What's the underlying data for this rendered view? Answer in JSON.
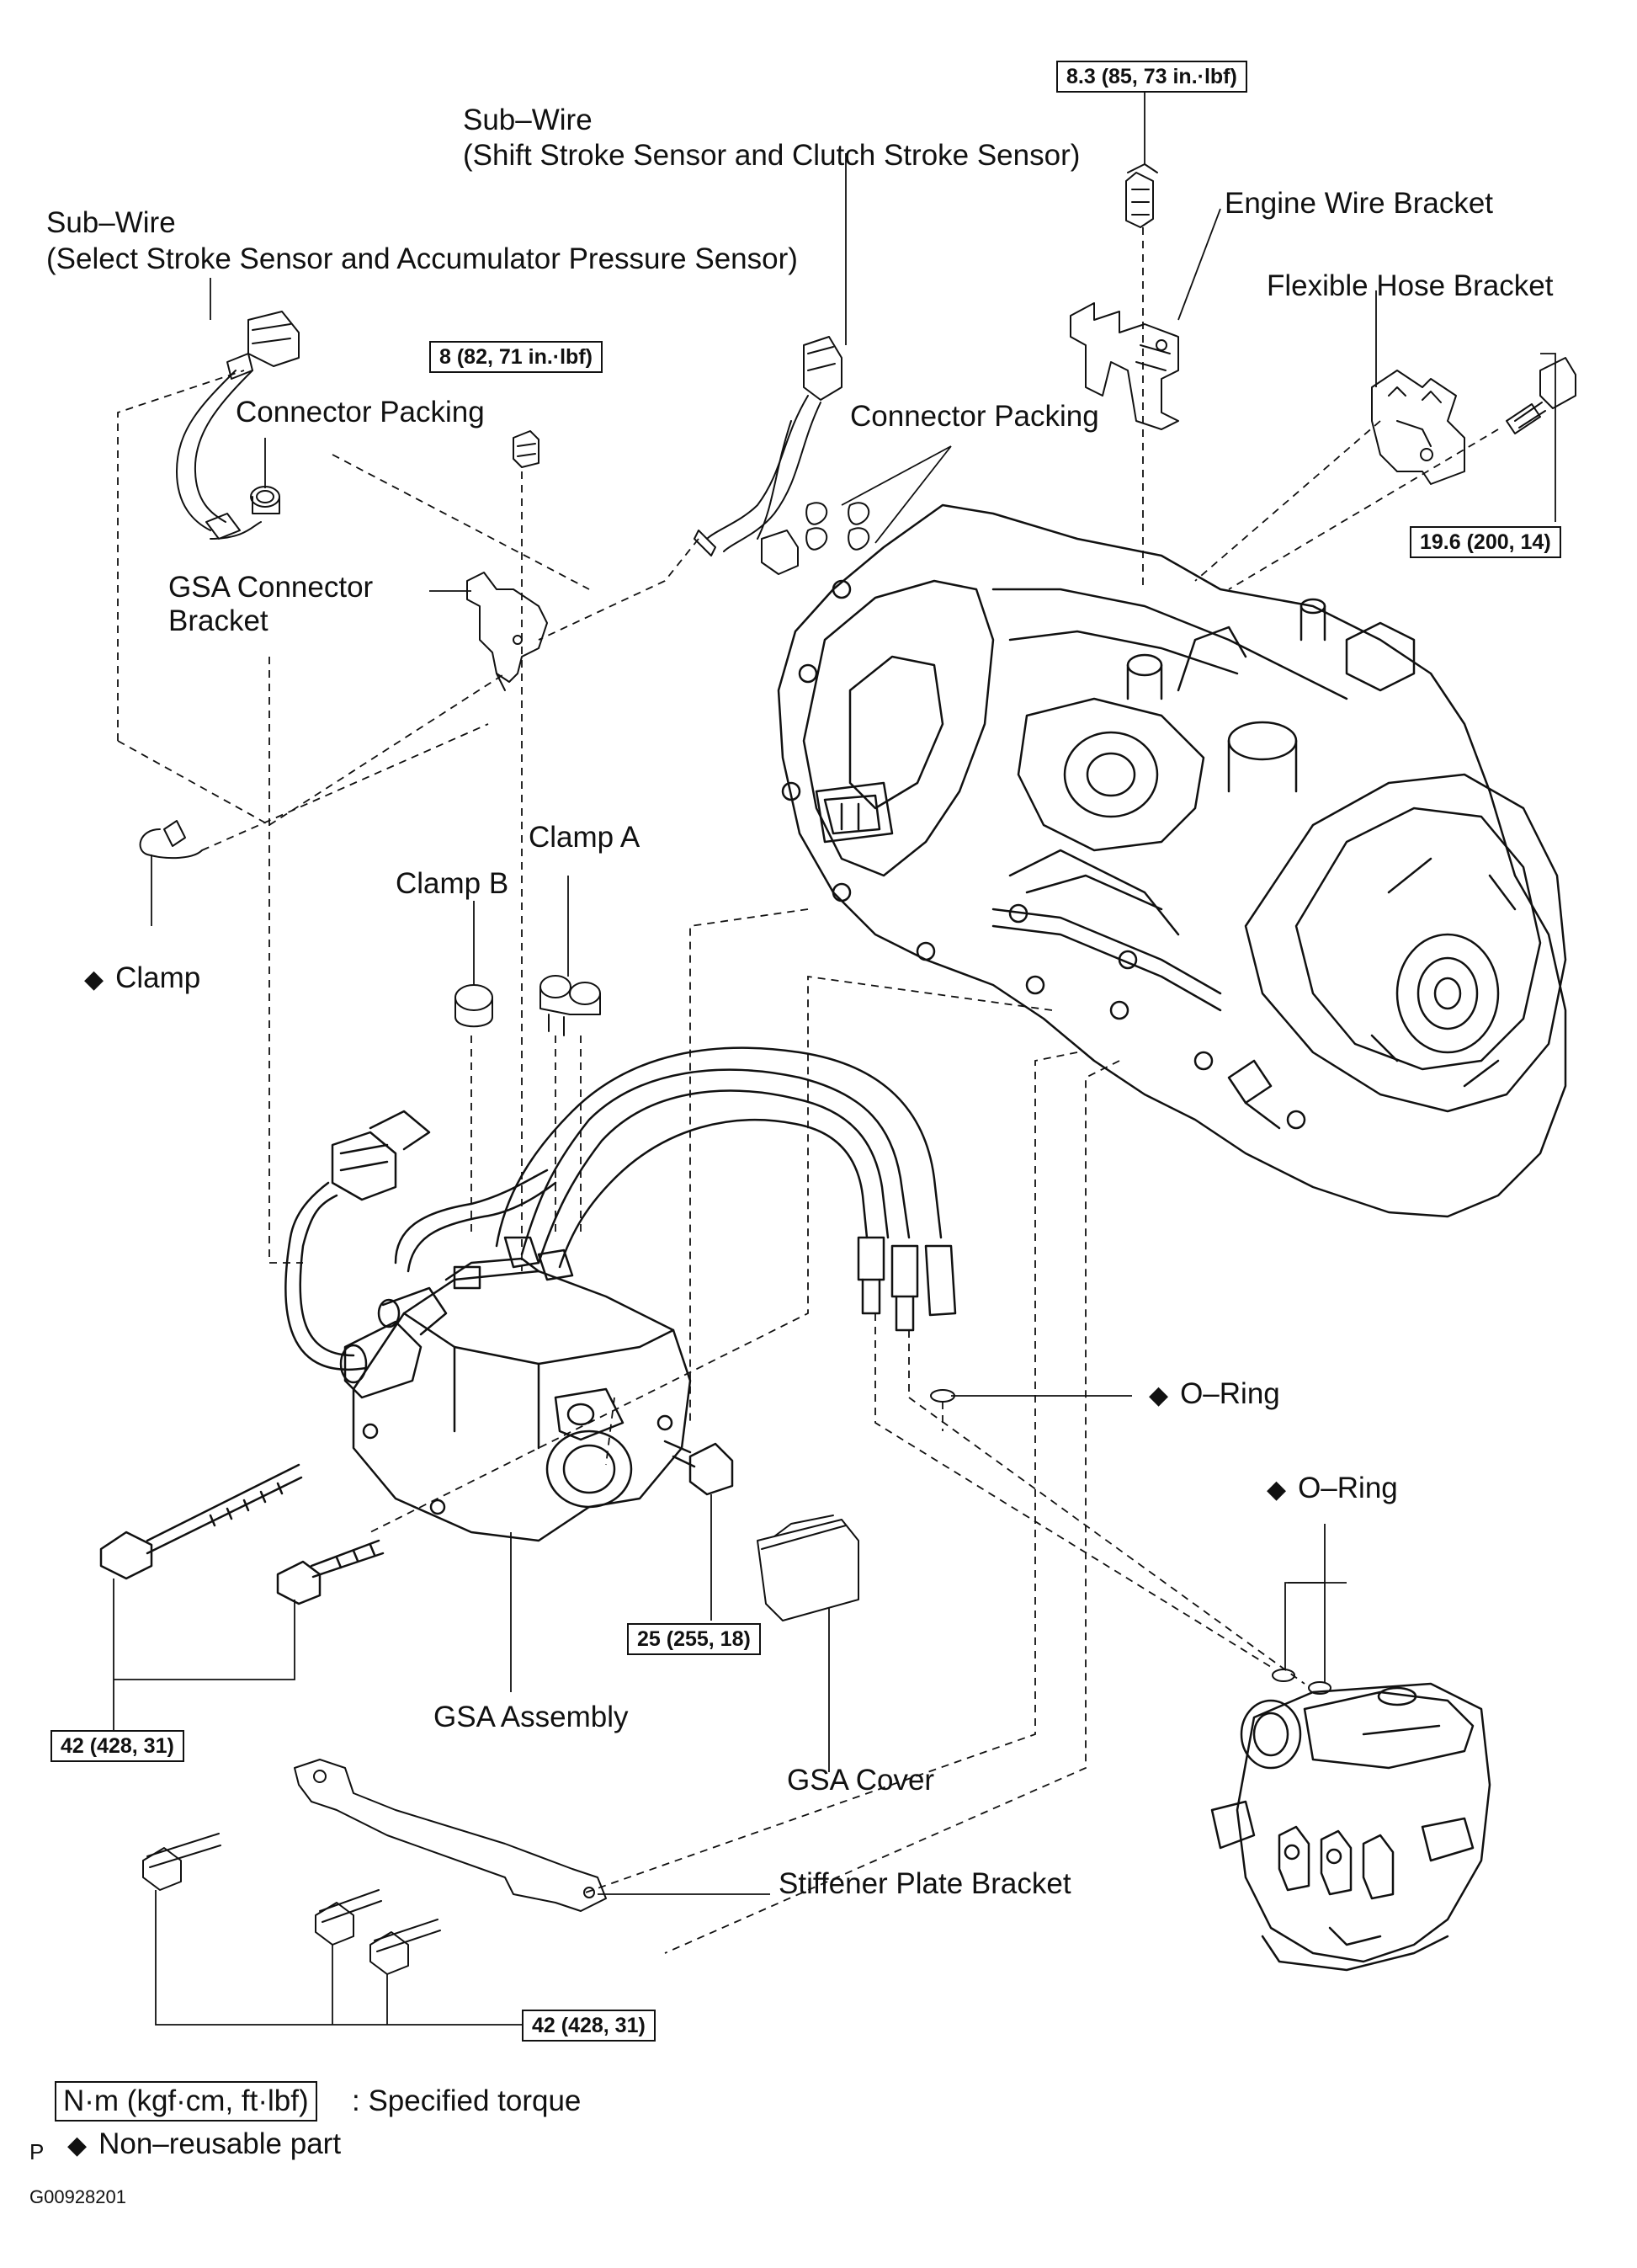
{
  "labels": {
    "sub_wire_shift_1": "Sub–Wire",
    "sub_wire_shift_2": "(Shift Stroke Sensor and Clutch Stroke Sensor)",
    "sub_wire_select_1": "Sub–Wire",
    "sub_wire_select_2": "(Select Stroke Sensor and Accumulator Pressure Sensor)",
    "engine_wire_bracket": "Engine Wire Bracket",
    "flexible_hose_bracket": "Flexible Hose Bracket",
    "connector_packing_left": "Connector Packing",
    "connector_packing_right": "Connector Packing",
    "gsa_connector_bracket_1": "GSA Connector",
    "gsa_connector_bracket_2": "Bracket",
    "clamp_a": "Clamp A",
    "clamp_b": "Clamp B",
    "clamp": "Clamp",
    "o_ring_upper": "O–Ring",
    "o_ring_lower": "O–Ring",
    "gsa_assembly": "GSA Assembly",
    "gsa_cover": "GSA Cover",
    "stiffener_plate_bracket": "Stiffener Plate Bracket"
  },
  "torques": {
    "engine_wire_bolt": "8.3 (85, 73 in.·lbf)",
    "gsa_connector_bolt": "8 (82, 71 in.·lbf)",
    "flexible_hose_bolt": "19.6 (200, 14)",
    "gsa_union_bolt": "25 (255, 18)",
    "gsa_mount_bolts": "42 (428, 31)",
    "stiffener_bolts": "42 (428, 31)"
  },
  "legend": {
    "torque_unit_box": "N·m (kgf·cm, ft·lbf)",
    "torque_unit_text": ": Specified torque",
    "non_reusable_text": "Non–reusable part",
    "diamond": "◆",
    "page_letter": "P",
    "figure_id": "G00928201"
  }
}
